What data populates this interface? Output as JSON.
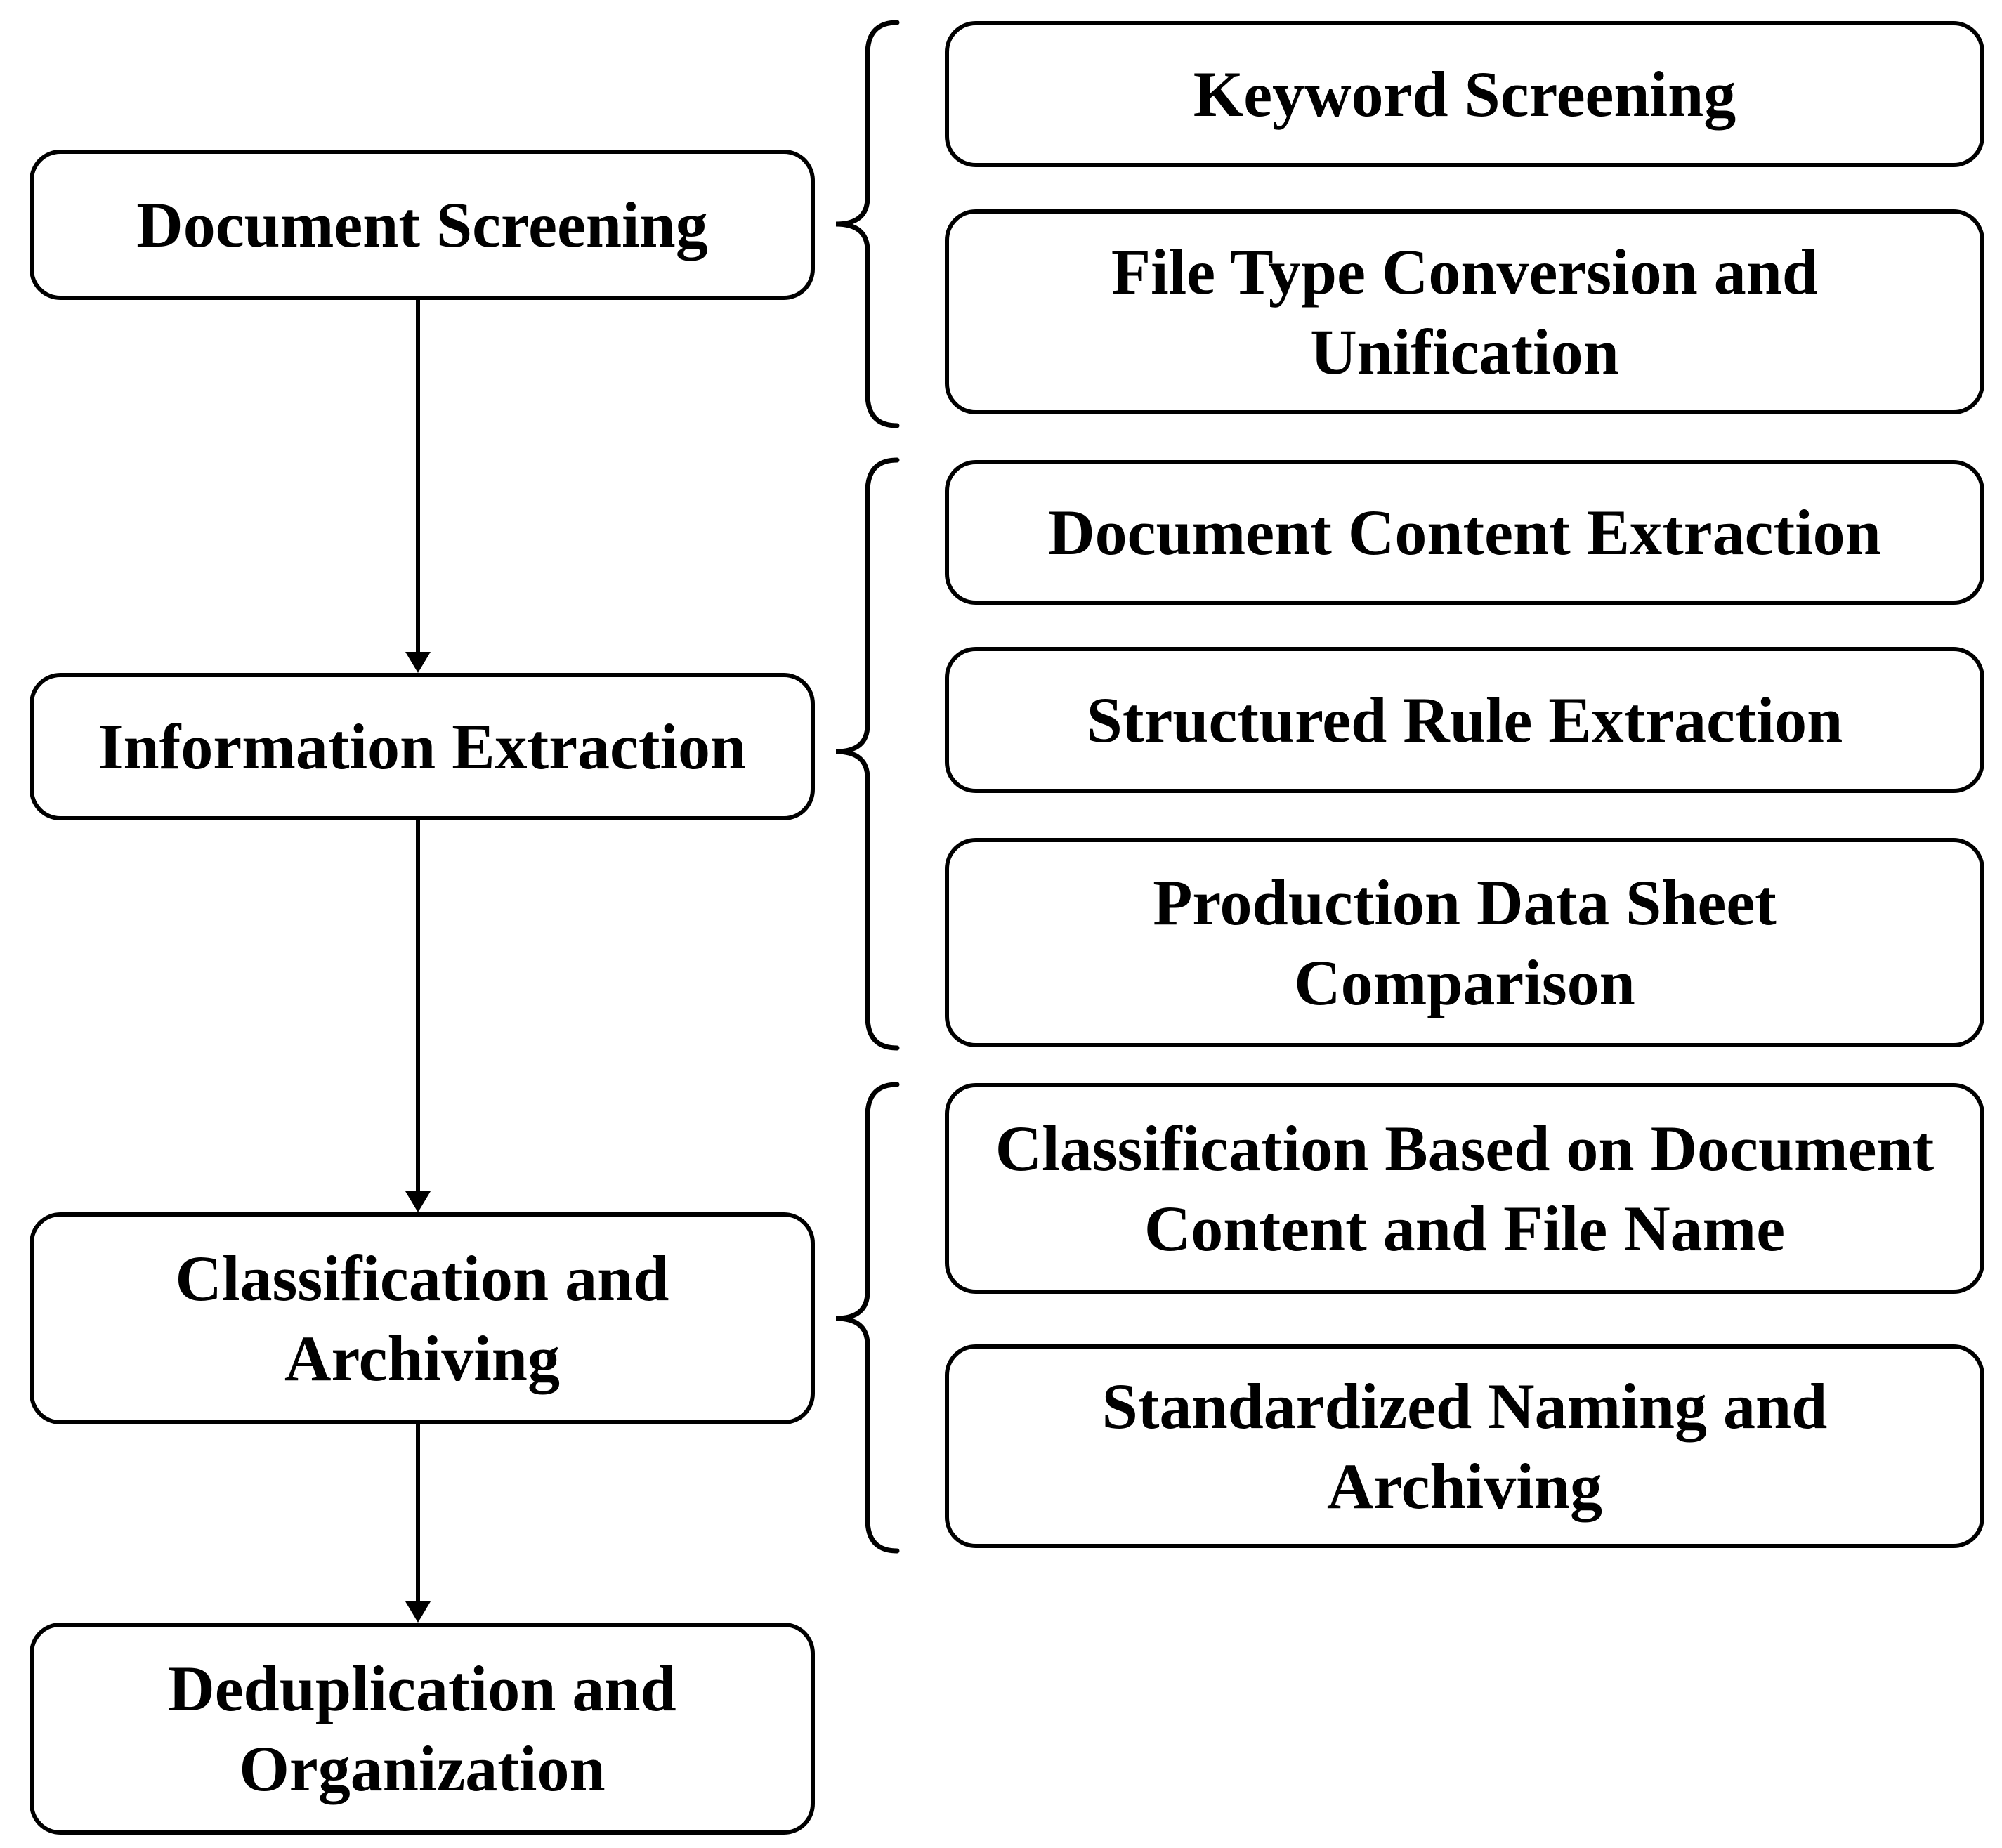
{
  "diagram": {
    "type": "flowchart",
    "orientation": "vertical",
    "stages": [
      {
        "label": "Document Screening",
        "lines": [
          "Document Screening"
        ],
        "substeps": [
          {
            "label": "Keyword Screening",
            "lines": [
              "Keyword Screening"
            ]
          },
          {
            "label": "File Type Conversion and Unification",
            "lines": [
              "File Type Conversion and",
              "Unification"
            ]
          }
        ]
      },
      {
        "label": "Information Extraction",
        "lines": [
          "Information Extraction"
        ],
        "substeps": [
          {
            "label": "Document Content Extraction",
            "lines": [
              "Document Content Extraction"
            ]
          },
          {
            "label": "Structured Rule Extraction",
            "lines": [
              "Structured Rule Extraction"
            ]
          },
          {
            "label": "Production Data Sheet Comparison",
            "lines": [
              "Production Data Sheet",
              "Comparison"
            ]
          }
        ]
      },
      {
        "label": "Classification and Archiving",
        "lines": [
          "Classification and",
          "Archiving"
        ],
        "substeps": [
          {
            "label": "Classification Based on Document Content and File Name",
            "lines": [
              "Classification Based on Document",
              "Content and File Name"
            ]
          },
          {
            "label": "Standardized Naming and Archiving",
            "lines": [
              "Standardized Naming and",
              "Archiving"
            ]
          }
        ]
      },
      {
        "label": "Deduplication and Organization",
        "lines": [
          "Deduplication and",
          "Organization"
        ],
        "substeps": []
      }
    ]
  },
  "colors": {
    "background": "#ffffff",
    "stroke": "#000000",
    "box_fill": "#ffffff",
    "text": "#000000"
  }
}
